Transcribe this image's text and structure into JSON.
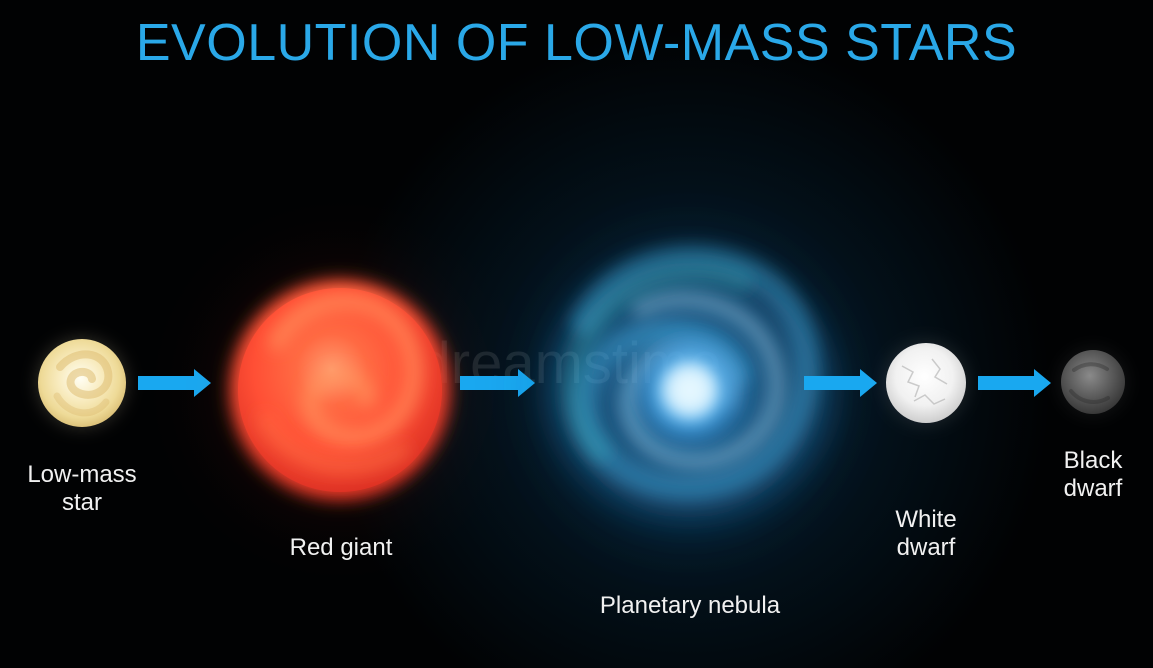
{
  "title": "EVOLUTION OF LOW-MASS STARS",
  "watermark": "dreamstime",
  "stages": [
    {
      "label_lines": [
        "Low-mass",
        "star"
      ]
    },
    {
      "label_lines": [
        "Red giant"
      ]
    },
    {
      "label_lines": [
        "Planetary nebula"
      ]
    },
    {
      "label_lines": [
        "White",
        "dwarf"
      ]
    },
    {
      "label_lines": [
        "Black",
        "dwarf"
      ]
    }
  ],
  "colors": {
    "title": "#2aa8e8",
    "arrow": "#19a8f0",
    "background": "#010203",
    "label": "#f1f1f1"
  }
}
